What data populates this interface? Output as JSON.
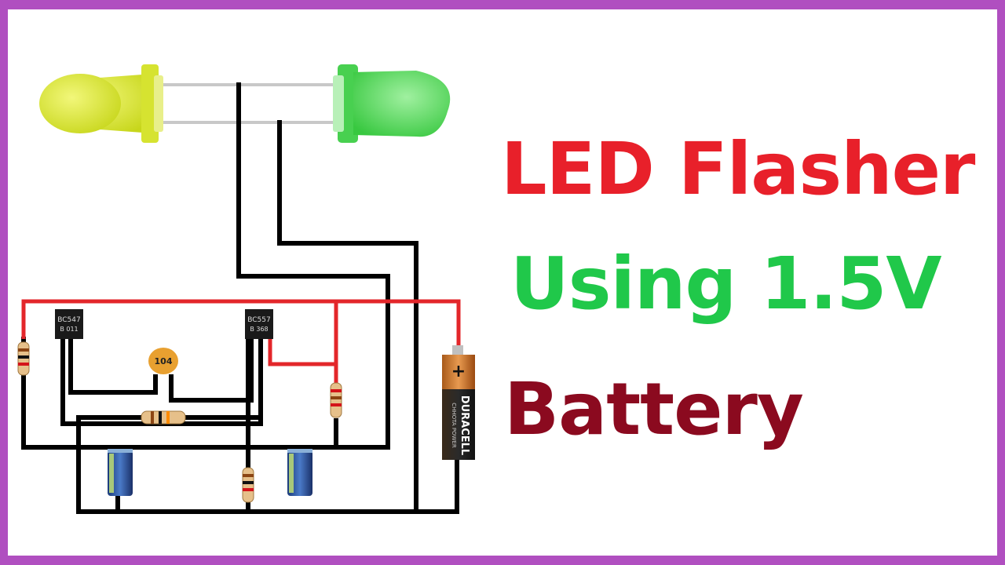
{
  "title": {
    "line1": "LED Flasher",
    "line2": "Using 1.5V",
    "line3": "Battery"
  },
  "colors": {
    "border": "#b04fc0",
    "line1": "#e8202a",
    "line2": "#20c84a",
    "line3": "#8b0a1f",
    "wire_black": "#000000",
    "wire_red": "#e3262a",
    "led_yellow": "#d8e428",
    "led_green": "#5cd860"
  },
  "components": {
    "transistor1_label": "BC547",
    "transistor1_code": "B 011",
    "transistor2_label": "BC557",
    "transistor2_code": "B 368",
    "capacitor_label": "104",
    "battery_brand": "DURACELL",
    "battery_sub": "CHHOTA POWER",
    "battery_plus": "+"
  }
}
